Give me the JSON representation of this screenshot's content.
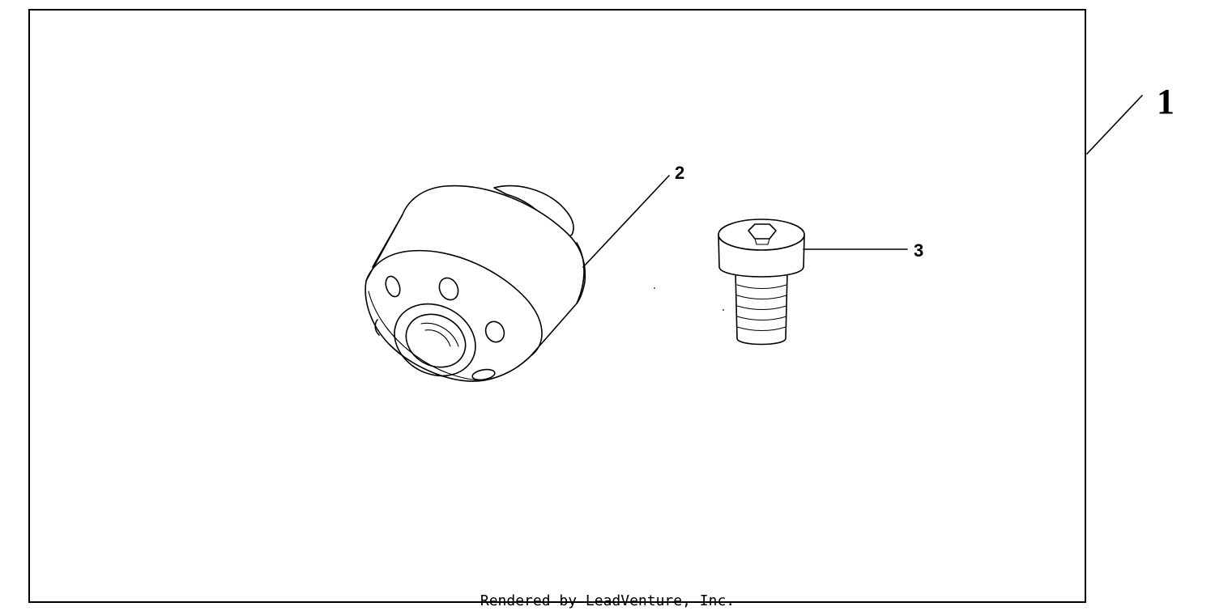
{
  "diagram": {
    "callouts": [
      {
        "id": "1",
        "label": "1"
      },
      {
        "id": "2",
        "label": "2"
      },
      {
        "id": "3",
        "label": "3"
      }
    ],
    "credit": "Rendered by LeadVenture, Inc."
  }
}
